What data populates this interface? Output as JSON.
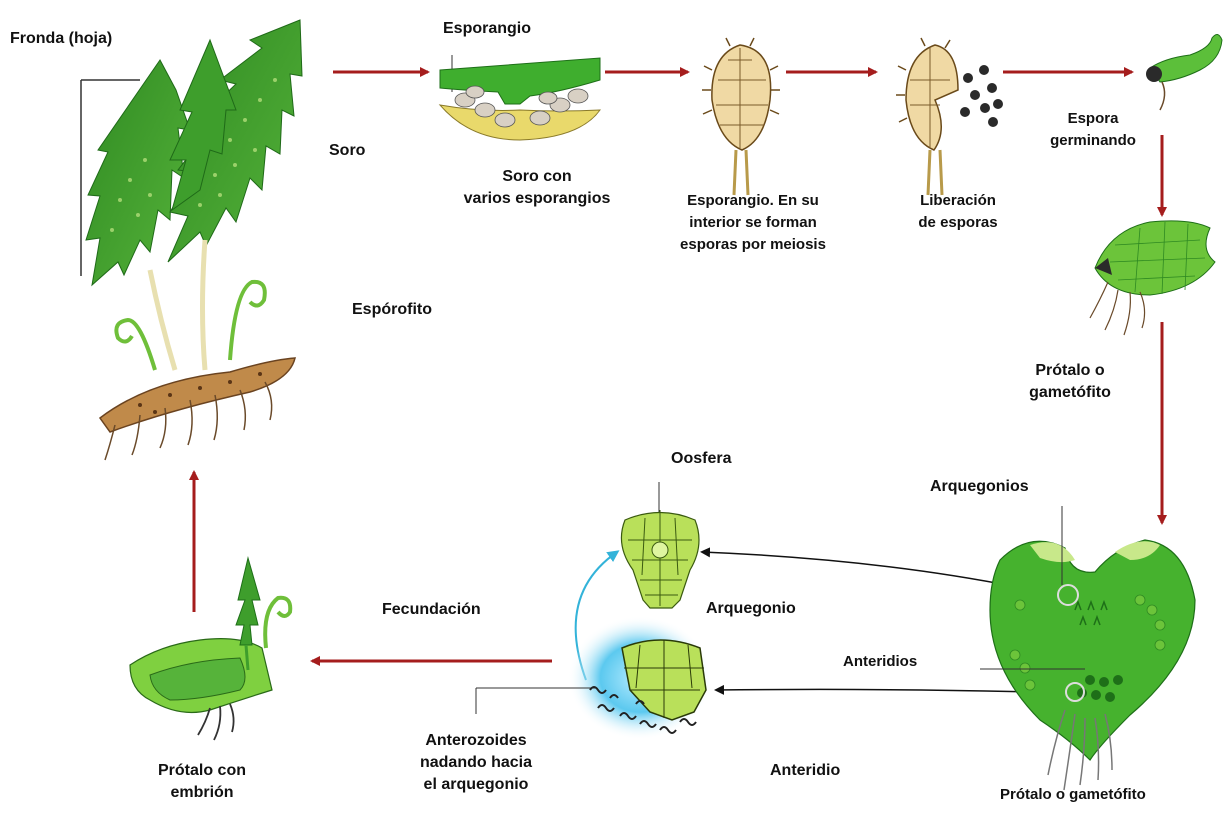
{
  "title": "",
  "colors": {
    "arrow_red": "#a51d1d",
    "arrow_black": "#111111",
    "arrow_cyan": "#33b3d9",
    "leaf_green": "#3e9e2c",
    "leaf_light": "#8fd24a",
    "rhizome": "#b9864a",
    "spore_dark": "#2a2a2a",
    "water_blue": "#5cc9ef"
  },
  "labels": {
    "fronda": "Fronda (hoja)",
    "soro": "Soro",
    "esporofito": "Espórofito",
    "esporangio_top": "Esporangio",
    "soro_con": [
      "Soro con",
      "varios esporangios"
    ],
    "esporangio_desc": [
      "Esporangio. En su",
      "interior se forman",
      "esporas por meiosis"
    ],
    "liberacion": [
      "Liberación",
      "de esporas"
    ],
    "espora_germinando": [
      "Espora",
      "germinando"
    ],
    "protalo_gametofito_right": [
      "Prótalo o",
      "gametófito"
    ],
    "arquegonios": "Arquegonios",
    "anteridios": "Anteridios",
    "protalo_gametofito_bottom": "Prótalo o gametófito",
    "oosfera": "Oosfera",
    "arquegonio": "Arquegonio",
    "anteridio": "Anteridio",
    "anterozoides": [
      "Anterozoides",
      "nadando hacia",
      "el arquegonio"
    ],
    "fecundacion": "Fecundación",
    "protalo_embrion": [
      "Prótalo con",
      "embrión"
    ]
  },
  "illustrations": {
    "sporophyte": "fern-sporophyte-illustration",
    "sorus": "sorus-cross-section-illustration",
    "sporangium": "sporangium-illustration",
    "sporangium_release": "sporangium-releasing-spores-illustration",
    "germinating_spore": "germinating-spore-illustration",
    "young_prothallus": "young-prothallus-illustration",
    "gametophyte": "heart-shaped-gametophyte-illustration",
    "archegonium": "archegonium-illustration",
    "antheridium": "antheridium-with-sperm-illustration",
    "prothallus_embryo": "prothallus-with-embryo-illustration"
  }
}
